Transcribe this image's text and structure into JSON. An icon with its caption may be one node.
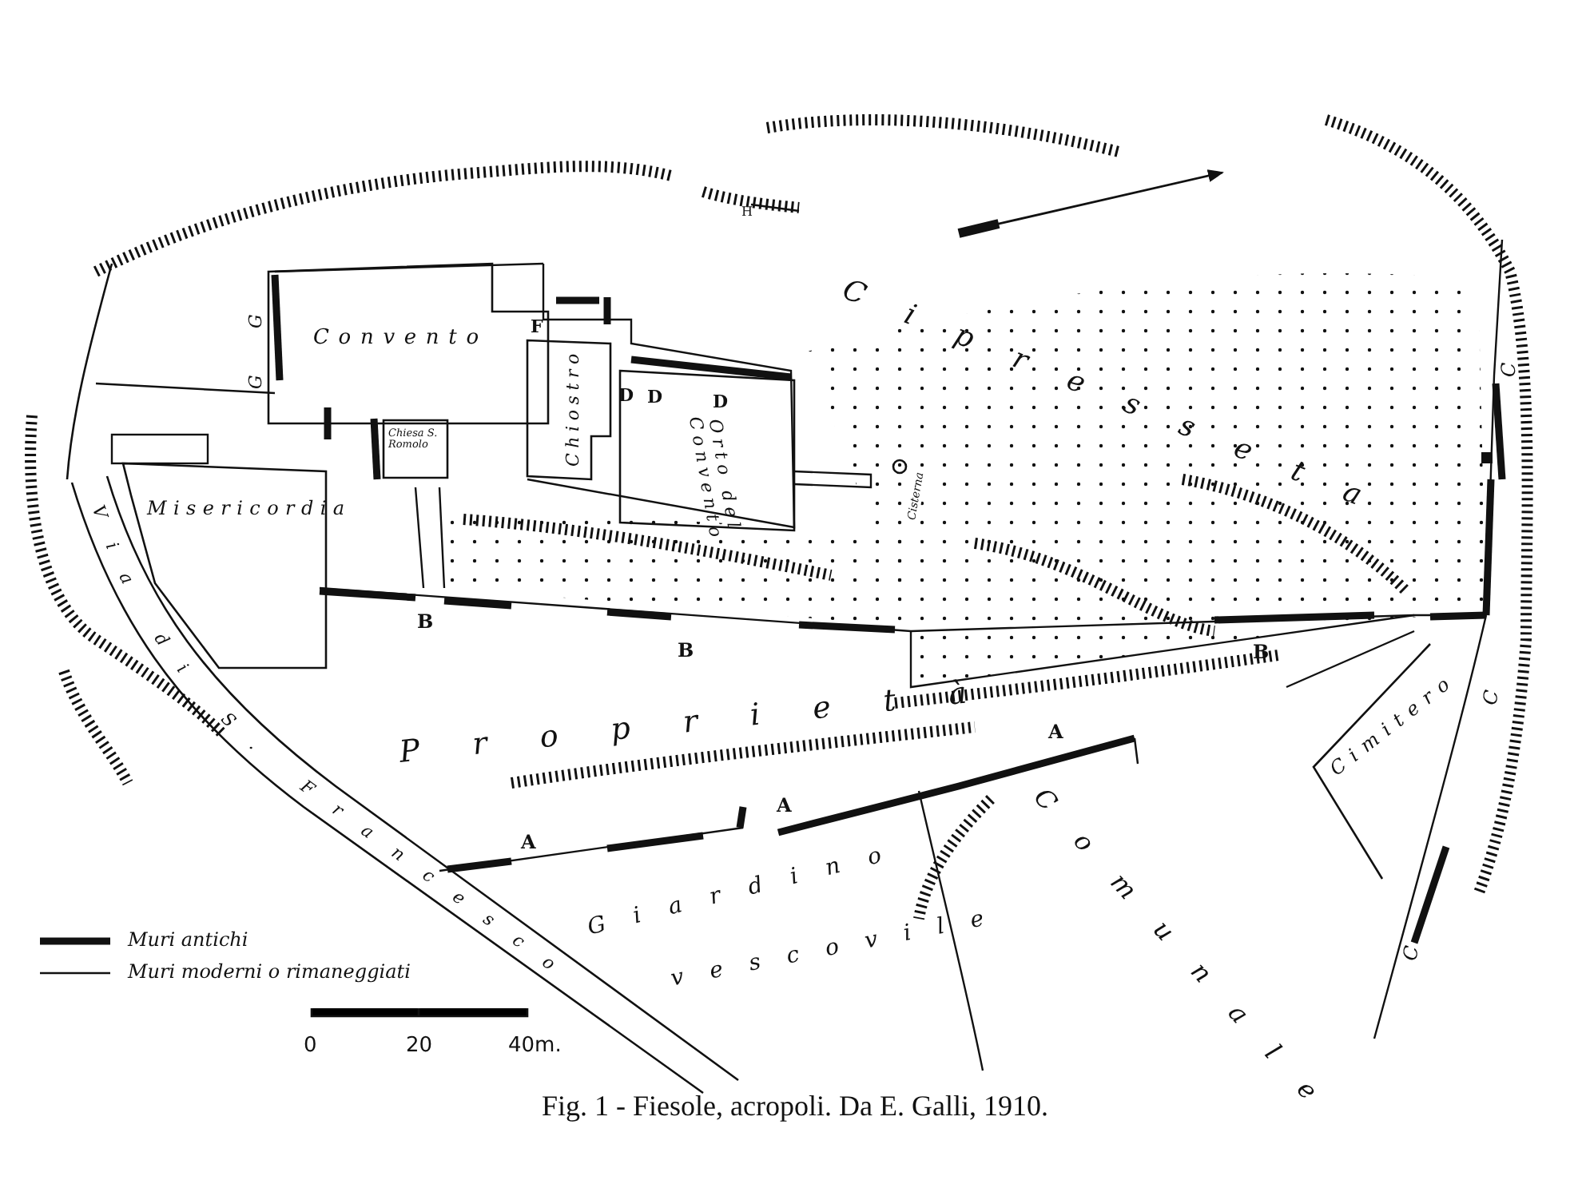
{
  "diagram": {
    "caption": "Fig. 1 - Fiesole, acropoli. Da E. Galli, 1910.",
    "nodes": [
      {
        "text": [
          "Convento"
        ]
      },
      {
        "text": [
          "Chiesa S. Romolo"
        ]
      },
      {
        "text": [
          "Chiostro"
        ]
      },
      {
        "text": [
          "Orto del Convento"
        ]
      },
      {
        "text": [
          "Misericordia"
        ]
      },
      {
        "text": [
          "Cimitero"
        ]
      }
    ],
    "labels": [
      "H",
      "F",
      "D",
      "D",
      "D",
      "G",
      "G",
      "Cipresseta",
      "Cisterna",
      "C",
      "C",
      "C",
      "B",
      "B",
      "B",
      "Proprietà",
      "Comunale",
      "A",
      "A",
      "A",
      "Giardino",
      "vescovile",
      "Via di S. Francesco",
      "0",
      "20",
      "40m."
    ],
    "legend": [
      {
        "text": "Muri antichi"
      },
      {
        "text": "Muri moderni o rimaneggiati"
      }
    ]
  }
}
